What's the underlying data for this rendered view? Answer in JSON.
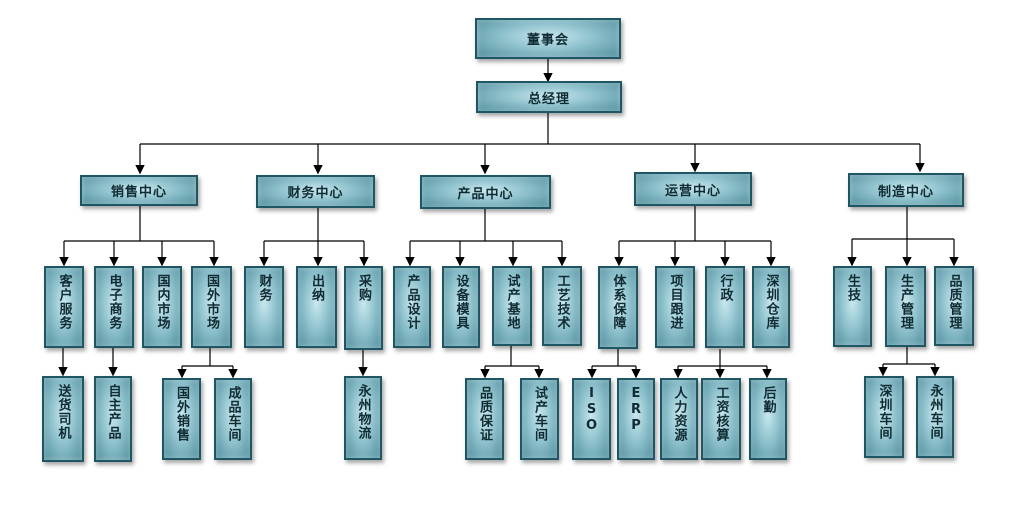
{
  "nodes": {
    "board": "董事会",
    "gm": "总经理",
    "sales": "销售中心",
    "finance": "财务中心",
    "product": "产品中心",
    "operation": "运营中心",
    "manufacturing": "制造中心",
    "customer_service": "客户服务",
    "ecommerce": "电子商务",
    "domestic": "国内市场",
    "overseas": "国外市场",
    "accounting": "财务",
    "cashier": "出纳",
    "purchasing": "采购",
    "product_design": "产品设计",
    "equipment_mold": "设备模具",
    "trial_base": "试产基地",
    "process_tech": "工艺技术",
    "system_assurance": "体系保障",
    "project_follow": "项目跟进",
    "admin": "行政",
    "shenzhen_warehouse": "深圳仓库",
    "prod_tech": "生技",
    "prod_mgmt": "生产管理",
    "quality_mgmt": "品质管理",
    "driver": "送货司机",
    "own_products": "自主产品",
    "overseas_sales": "国外销售",
    "finished_workshop": "成品车间",
    "yongzhou_logistics": "永州物流",
    "quality_assurance": "品质保证",
    "trial_workshop": "试产车间",
    "iso": "ISO",
    "erp": "ERP",
    "hr": "人力资源",
    "payroll": "工资核算",
    "logistics_support": "后勤",
    "shenzhen_workshop": "深圳车间",
    "yongzhou_workshop": "永州车间"
  }
}
